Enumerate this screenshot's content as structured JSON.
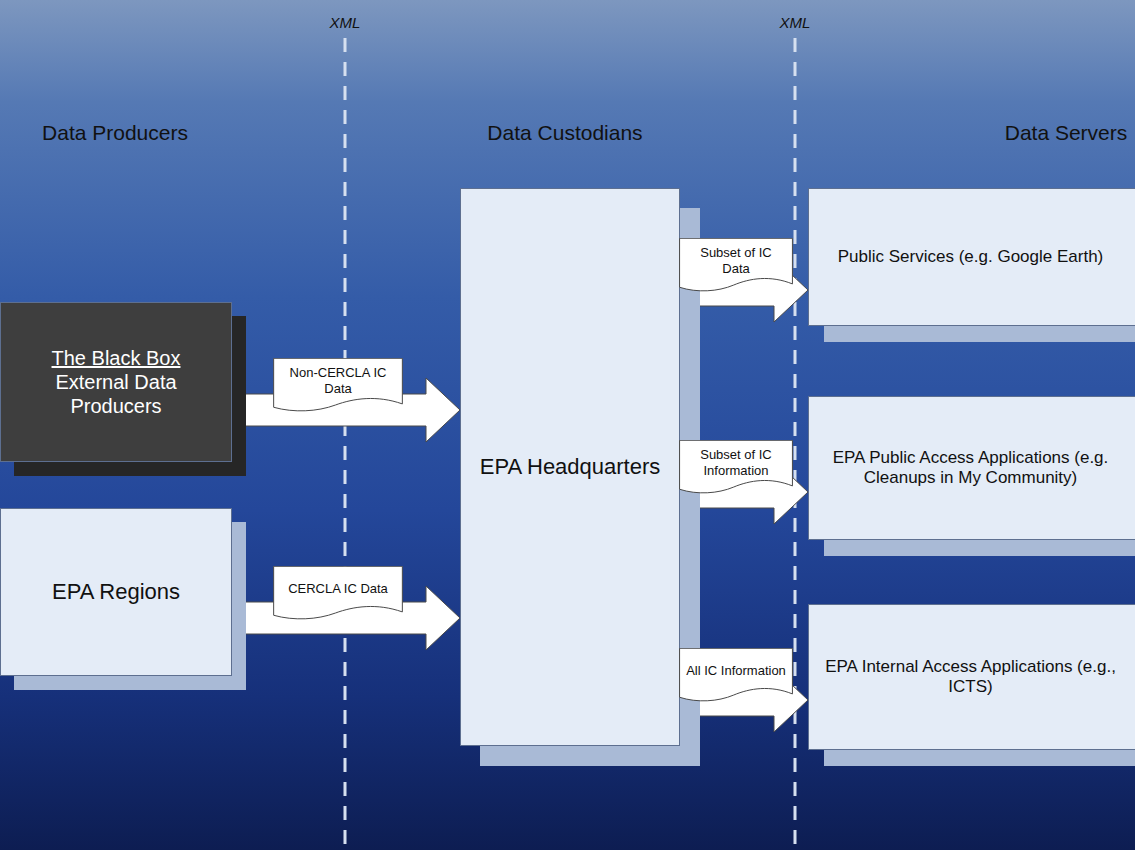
{
  "diagram": {
    "nodes": [
      {
        "text": [
          "The Black Box",
          "External Data Producers"
        ]
      },
      {
        "text": [
          "EPA Regions"
        ]
      },
      {
        "text": [
          "EPA Headquarters"
        ]
      },
      {
        "text": [
          "Public Services (e.g. Google Earth)"
        ]
      },
      {
        "text": [
          "EPA Public Access Applications (e.g. Cleanups in My Community)"
        ]
      },
      {
        "text": [
          "EPA Internal Access Applications (e.g., ICTS)"
        ]
      }
    ],
    "edges": [
      {
        "from": 0,
        "to": 2,
        "arrow": "to",
        "label": "Non-CERCLA IC Data"
      },
      {
        "from": 1,
        "to": 2,
        "arrow": "to",
        "label": "CERCLA IC Data"
      },
      {
        "from": 2,
        "to": 3,
        "arrow": "to",
        "label": "Subset of IC Data"
      },
      {
        "from": 2,
        "to": 4,
        "arrow": "to",
        "label": "Subset of IC Information"
      },
      {
        "from": 2,
        "to": 5,
        "arrow": "to",
        "label": "All IC Information"
      }
    ],
    "labels": [
      "XML",
      "XML",
      "Data Producers",
      "Data Custodians",
      "Data Servers"
    ]
  }
}
